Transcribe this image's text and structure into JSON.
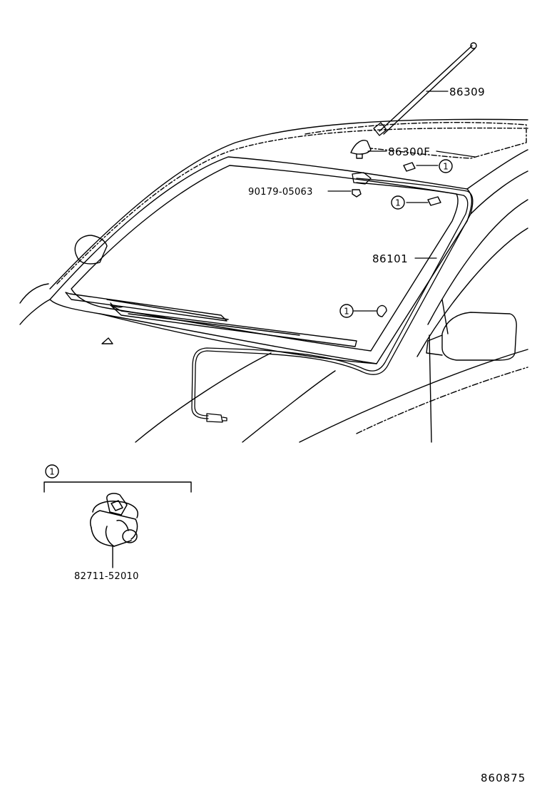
{
  "labels": {
    "antenna_rod": "86309",
    "antenna_base": "86300F",
    "bolt": "90179-05063",
    "cord": "86101",
    "clamp": "82711-52010",
    "clamp_ref_marker": "1",
    "diagram_code": "860875"
  },
  "ref_markers": [
    "1",
    "1",
    "1"
  ]
}
